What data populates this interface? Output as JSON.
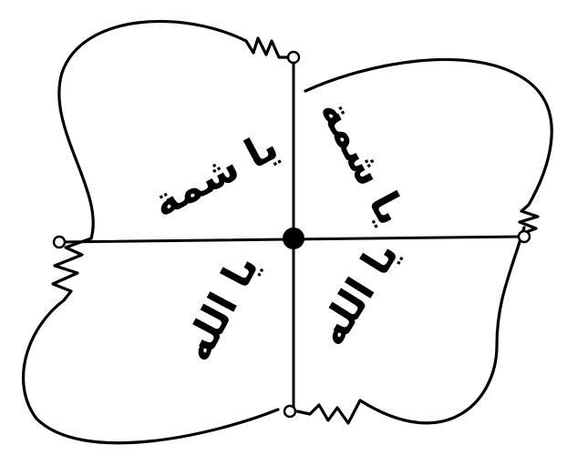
{
  "diagram": {
    "inscriptions": [
      {
        "id": "upper-left",
        "text": "يا شمة"
      },
      {
        "id": "upper-right",
        "text": "يا شمة"
      },
      {
        "id": "lower-left",
        "text": "يا الله"
      },
      {
        "id": "lower-right",
        "text": "يا الله"
      }
    ],
    "colors": {
      "ink": "#000000",
      "background": "#ffffff"
    }
  }
}
